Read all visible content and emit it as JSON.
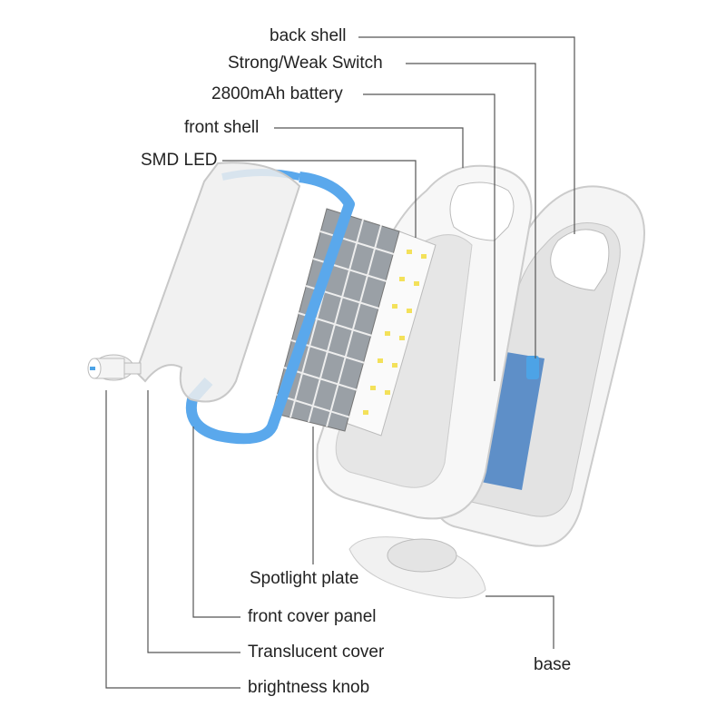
{
  "labels": {
    "back_shell": "back shell",
    "switch": "Strong/Weak Switch",
    "battery": "2800mAh battery",
    "front_shell": "front shell",
    "smd_led": "SMD LED",
    "spotlight_plate": "Spotlight plate",
    "front_cover_panel": "front cover panel",
    "translucent_cover": "Translucent cover",
    "brightness_knob": "brightness knob",
    "base": "base"
  },
  "colors": {
    "accent_blue": "#5aa8ec",
    "battery_blue": "#5e8fc8",
    "leader_line": "#555555",
    "shell": "#f2f2f2"
  }
}
